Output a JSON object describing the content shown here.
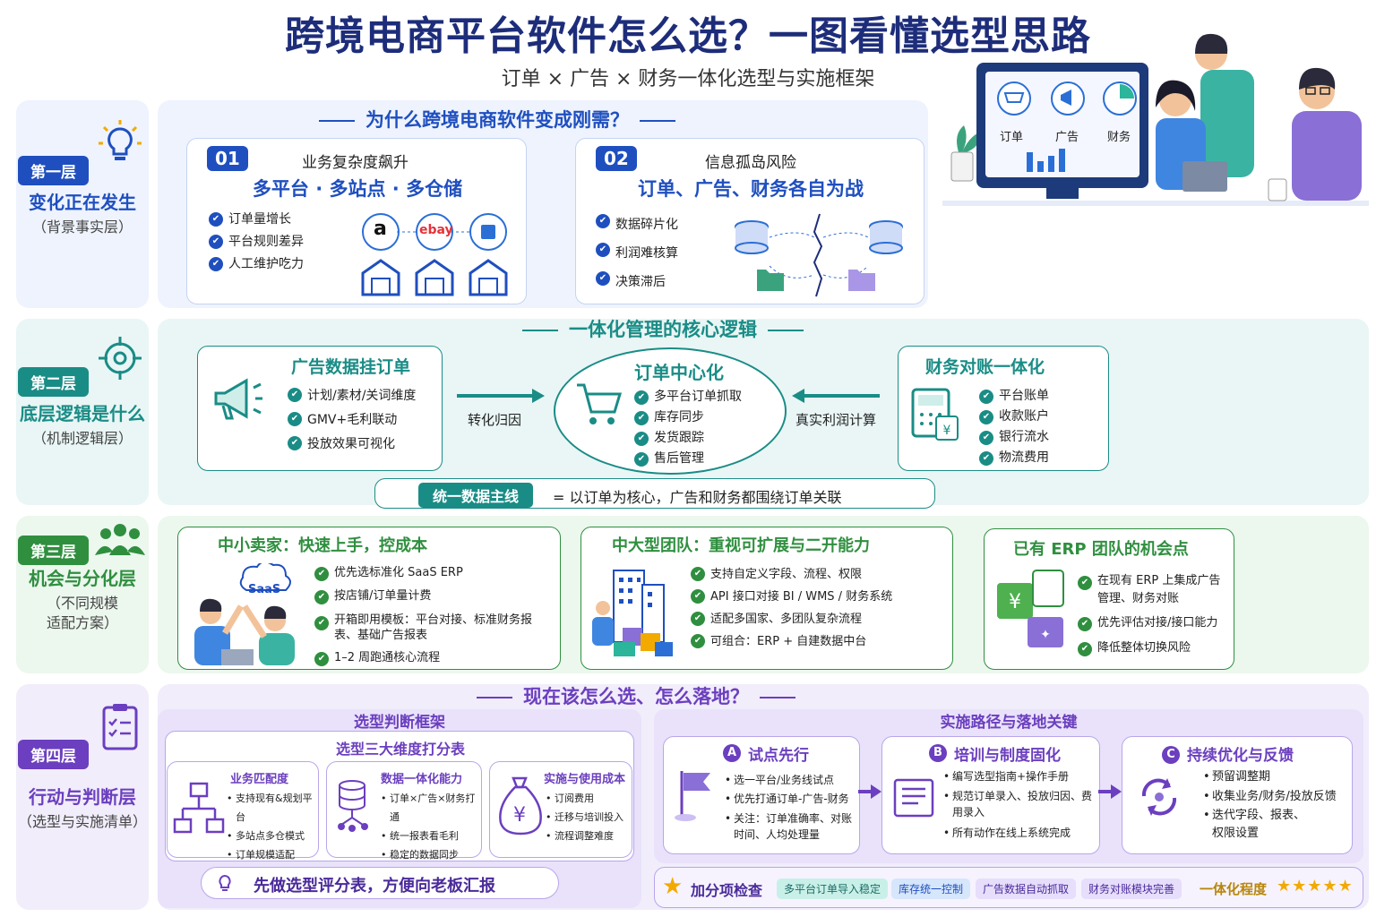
{
  "title": "跨境电商平台软件怎么选？一图看懂选型思路",
  "subtitle": "订单 × 广告 × 财务一体化选型与实施框架",
  "hero": {
    "labels": [
      "订单",
      "广告",
      "财务"
    ]
  },
  "layer1": {
    "badge": "第一层",
    "name": "变化正在发生",
    "sub": "（背景事实层）",
    "heading": "为什么跨境电商软件变成刚需？",
    "card1": {
      "num": "01",
      "title": "业务复杂度飙升",
      "big": "多平台 · 多站点 · 多仓储",
      "items": [
        "订单量增长",
        "平台规则差异",
        "人工维护吃力"
      ],
      "logo_a": "a",
      "logo_ebay": "ebay"
    },
    "card2": {
      "num": "02",
      "title": "信息孤岛风险",
      "big": "订单、广告、财务各自为战",
      "items": [
        "数据碎片化",
        "利润难核算",
        "决策滞后"
      ]
    }
  },
  "layer2": {
    "badge": "第二层",
    "name": "底层逻辑是什么",
    "sub": "（机制逻辑层）",
    "heading": "一体化管理的核心逻辑",
    "left": {
      "title": "广告数据挂订单",
      "items": [
        "计划/素材/关词维度",
        "GMV+毛利联动",
        "投放效果可视化"
      ]
    },
    "center": {
      "title": "订单中心化",
      "items": [
        "多平台订单抓取",
        "库存同步",
        "发货跟踪",
        "售后管理"
      ]
    },
    "right": {
      "title": "财务对账一体化",
      "items": [
        "平台账单",
        "收款账户",
        "银行流水",
        "物流费用"
      ]
    },
    "arrow_left": "转化归因",
    "arrow_right": "真实利润计算",
    "main_tag": "统一数据主线",
    "main_text": "= 以订单为核心，广告和财务都围绕订单关联"
  },
  "layer3": {
    "badge": "第三层",
    "name": "机会与分化层",
    "sub": "（不同规模\n适配方案）",
    "card1": {
      "title": "中小卖家：快速上手，控成本",
      "saas": "SaaS",
      "items": [
        "优先选标准化 SaaS ERP",
        "按店铺/订单量计费",
        "开箱即用模板：平台对接、标准财务报表、基础广告报表",
        "1–2 周跑通核心流程"
      ]
    },
    "card2": {
      "title": "中大型团队：重视可扩展与二开能力",
      "items": [
        "支持自定义字段、流程、权限",
        "API 接口对接 BI / WMS / 财务系统",
        "适配多国家、多团队复杂流程",
        "可组合：ERP + 自建数据中台"
      ]
    },
    "card3": {
      "title": "已有 ERP 团队的机会点",
      "items": [
        "在现有 ERP 上集成广告管理、财务对账",
        "优先评估对接/接口能力",
        "降低整体切换风险"
      ]
    }
  },
  "layer4": {
    "badge": "第四层",
    "name": "行动与判断层",
    "sub": "（选型与实施清单）",
    "heading": "现在该怎么选、怎么落地？",
    "framework": {
      "title": "选型判断框架",
      "table_title": "选型三大维度打分表",
      "cols": [
        {
          "title": "业务匹配度",
          "items": [
            "支持现有&规划平台",
            "多站点多仓模式",
            "订单规模适配"
          ]
        },
        {
          "title": "数据一体化能力",
          "items": [
            "订单×广告×财务打通",
            "统一报表看毛利",
            "稳定的数据同步"
          ]
        },
        {
          "title": "实施与使用成本",
          "items": [
            "订阅费用",
            "迁移与培训投入",
            "流程调整难度"
          ]
        }
      ],
      "tip": "先做选型评分表，方便向老板汇报"
    },
    "path": {
      "title": "实施路径与落地关键",
      "steps": [
        {
          "letter": "A",
          "title": "试点先行",
          "items": [
            "选一平台/业务线试点",
            "优先打通订单-广告-财务",
            "关注：订单准确率、对账时间、人均处理量"
          ]
        },
        {
          "letter": "B",
          "title": "培训与制度固化",
          "items": [
            "编写选型指南+操作手册",
            "规范订单录入、投放归因、费用录入",
            "所有动作在线上系统完成"
          ]
        },
        {
          "letter": "C",
          "title": "持续优化与反馈",
          "items": [
            "预留调整期",
            "收集业务/财务/投放反馈",
            "迭代字段、报表、权限设置"
          ]
        }
      ],
      "bonus_label": "加分项检查",
      "bonus_tags": [
        "多平台订单导入稳定",
        "库存统一控制",
        "广告数据自动抓取",
        "财务对账模块完善"
      ],
      "degree_label": "一体化程度",
      "stars": "★★★★★"
    }
  },
  "colors": {
    "navy": "#1d2d7a",
    "blue": "#1f4fbf",
    "teal": "#1a8c86",
    "green": "#2f8f3f",
    "purple": "#6b3fbf"
  }
}
